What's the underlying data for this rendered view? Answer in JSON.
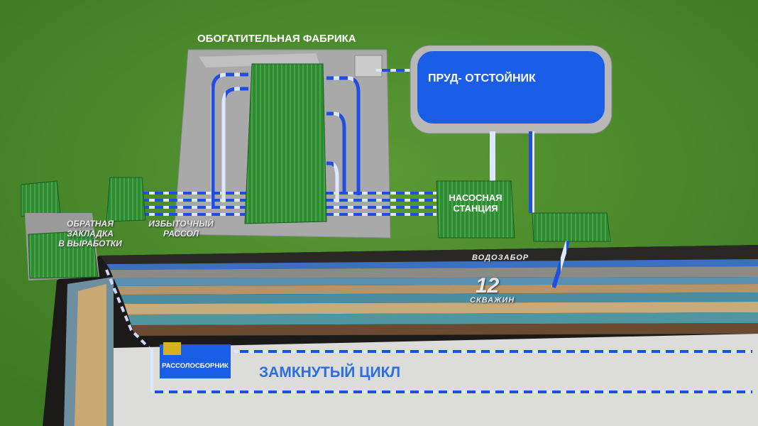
{
  "labels": {
    "factory": "ОБОГАТИТЕЛЬНАЯ ФАБРИКА",
    "pond": "ПРУД- ОТСТОЙНИК",
    "pump_station_line1": "НАСОСНАЯ",
    "pump_station_line2": "СТАНЦИЯ",
    "backfill_line1": "ОБРАТНАЯ",
    "backfill_line2": "ЗАКЛАДКА",
    "backfill_line3": "В ВЫРАБОТКИ",
    "excess_brine_line1": "ИЗБЫТОЧНЫЙ",
    "excess_brine_line2": "РАССОЛ",
    "water_intake": "ВОДОЗАБОР",
    "wells_count": "12",
    "wells_label": "СКВАЖИН",
    "brine_collector": "РАССОЛОСБОРНИК",
    "closed_cycle": "ЗАМКНУТЫЙ ЦИКЛ"
  },
  "colors": {
    "grass": "#4a8a2c",
    "water": "#1a5ee8",
    "label_blue": "#2a6ee0",
    "roof": "#2f8a34",
    "concrete": "#a9a9a9"
  }
}
